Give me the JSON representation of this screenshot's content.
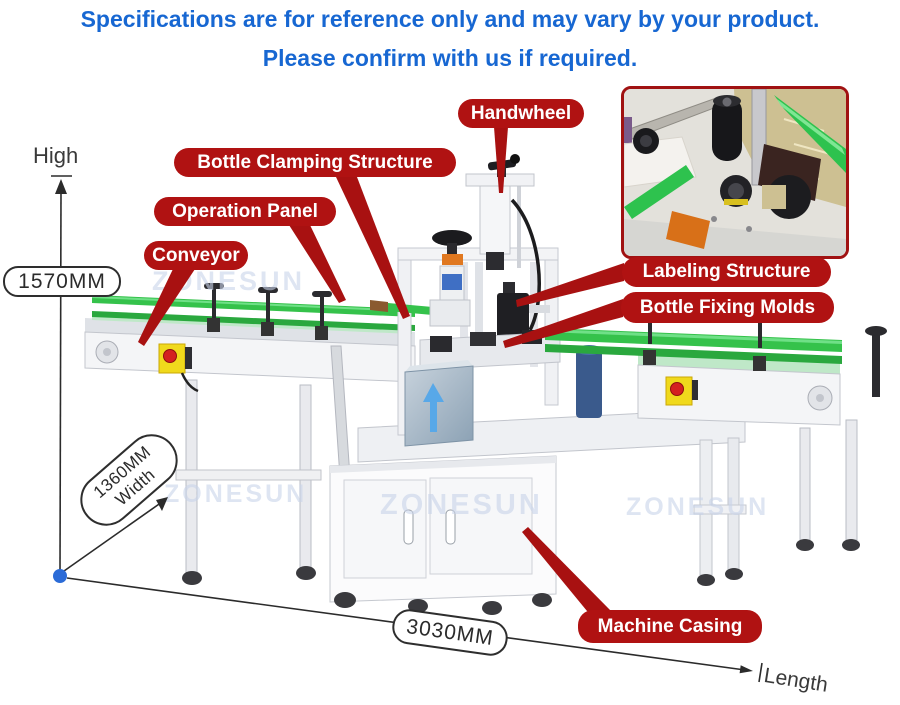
{
  "title": {
    "line1": "Specifications are for reference only and may vary by your product.",
    "line2": "Please confirm with us if required."
  },
  "callouts": {
    "handwheel": "Handwheel",
    "bottle_clamping_structure": "Bottle Clamping Structure",
    "operation_panel": "Operation Panel",
    "conveyor": "Conveyor",
    "labeling_structure": "Labeling Structure",
    "bottle_fixing_molds": "Bottle Fixing Molds",
    "machine_casing": "Machine Casing"
  },
  "dimensions": {
    "height_axis_label": "High",
    "height": "1570MM",
    "width": "1360MM",
    "width_axis_label": "Width",
    "length": "3030MM",
    "length_axis_label": "Length"
  },
  "watermark": "ZONESUN",
  "colors": {
    "title_blue": "#1767d2",
    "callout_red": "#b01212",
    "leader_red": "#a81111",
    "rail_green": "#35c24b",
    "dimension_dot_blue": "#2b6bd7",
    "estop_yellow": "#f0d91c",
    "hmi_screen_blue": "#aed3f2"
  }
}
